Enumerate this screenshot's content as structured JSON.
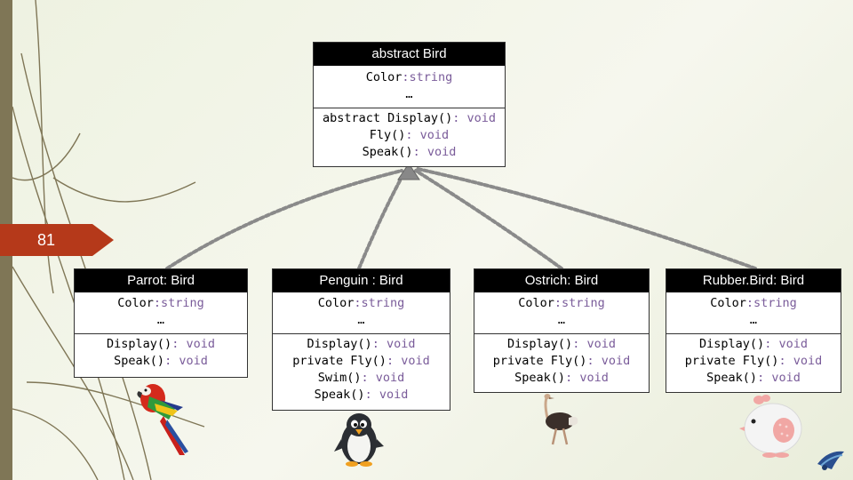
{
  "slide": {
    "number": "81"
  },
  "base_class": {
    "name": "abstract Bird",
    "attributes": [
      {
        "name": "Color",
        "type": ":string"
      },
      {
        "name": "…",
        "type": ""
      }
    ],
    "methods": [
      {
        "name": "abstract Display()",
        "type": ": void"
      },
      {
        "name": "Fly()",
        "type": ": void"
      },
      {
        "name": "Speak()",
        "type": ": void"
      }
    ]
  },
  "subclasses": [
    {
      "name": "Parrot: Bird",
      "attributes": [
        {
          "name": "Color",
          "type": ":string"
        },
        {
          "name": "…",
          "type": ""
        }
      ],
      "methods": [
        {
          "name": "Display()",
          "type": ": void"
        },
        {
          "name": "Speak()",
          "type": ": void"
        }
      ]
    },
    {
      "name": "Penguin : Bird",
      "attributes": [
        {
          "name": "Color",
          "type": ":string"
        },
        {
          "name": "…",
          "type": ""
        }
      ],
      "methods": [
        {
          "name": "Display()",
          "type": ": void"
        },
        {
          "name": "private Fly()",
          "type": ": void"
        },
        {
          "name": "Swim()",
          "type": ": void"
        },
        {
          "name": "Speak()",
          "type": ": void"
        }
      ]
    },
    {
      "name": "Ostrich: Bird",
      "attributes": [
        {
          "name": "Color",
          "type": ":string"
        },
        {
          "name": "…",
          "type": ""
        }
      ],
      "methods": [
        {
          "name": "Display()",
          "type": ": void"
        },
        {
          "name": "private Fly()",
          "type": ": void"
        },
        {
          "name": "Speak()",
          "type": ": void"
        }
      ]
    },
    {
      "name": "Rubber.Bird: Bird",
      "attributes": [
        {
          "name": "Color",
          "type": ":string"
        },
        {
          "name": "…",
          "type": ""
        }
      ],
      "methods": [
        {
          "name": "Display()",
          "type": ": void"
        },
        {
          "name": "private Fly()",
          "type": ": void"
        },
        {
          "name": "Speak()",
          "type": ": void"
        }
      ]
    }
  ],
  "colors": {
    "accent": "#b5391a",
    "type_text": "#7a5c9a",
    "arrow": "#8a8a8a",
    "left_bar": "#7f7656"
  },
  "icons": [
    "parrot-image",
    "penguin-image",
    "ostrich-image",
    "rubber-bird-image",
    "logo-icon"
  ]
}
